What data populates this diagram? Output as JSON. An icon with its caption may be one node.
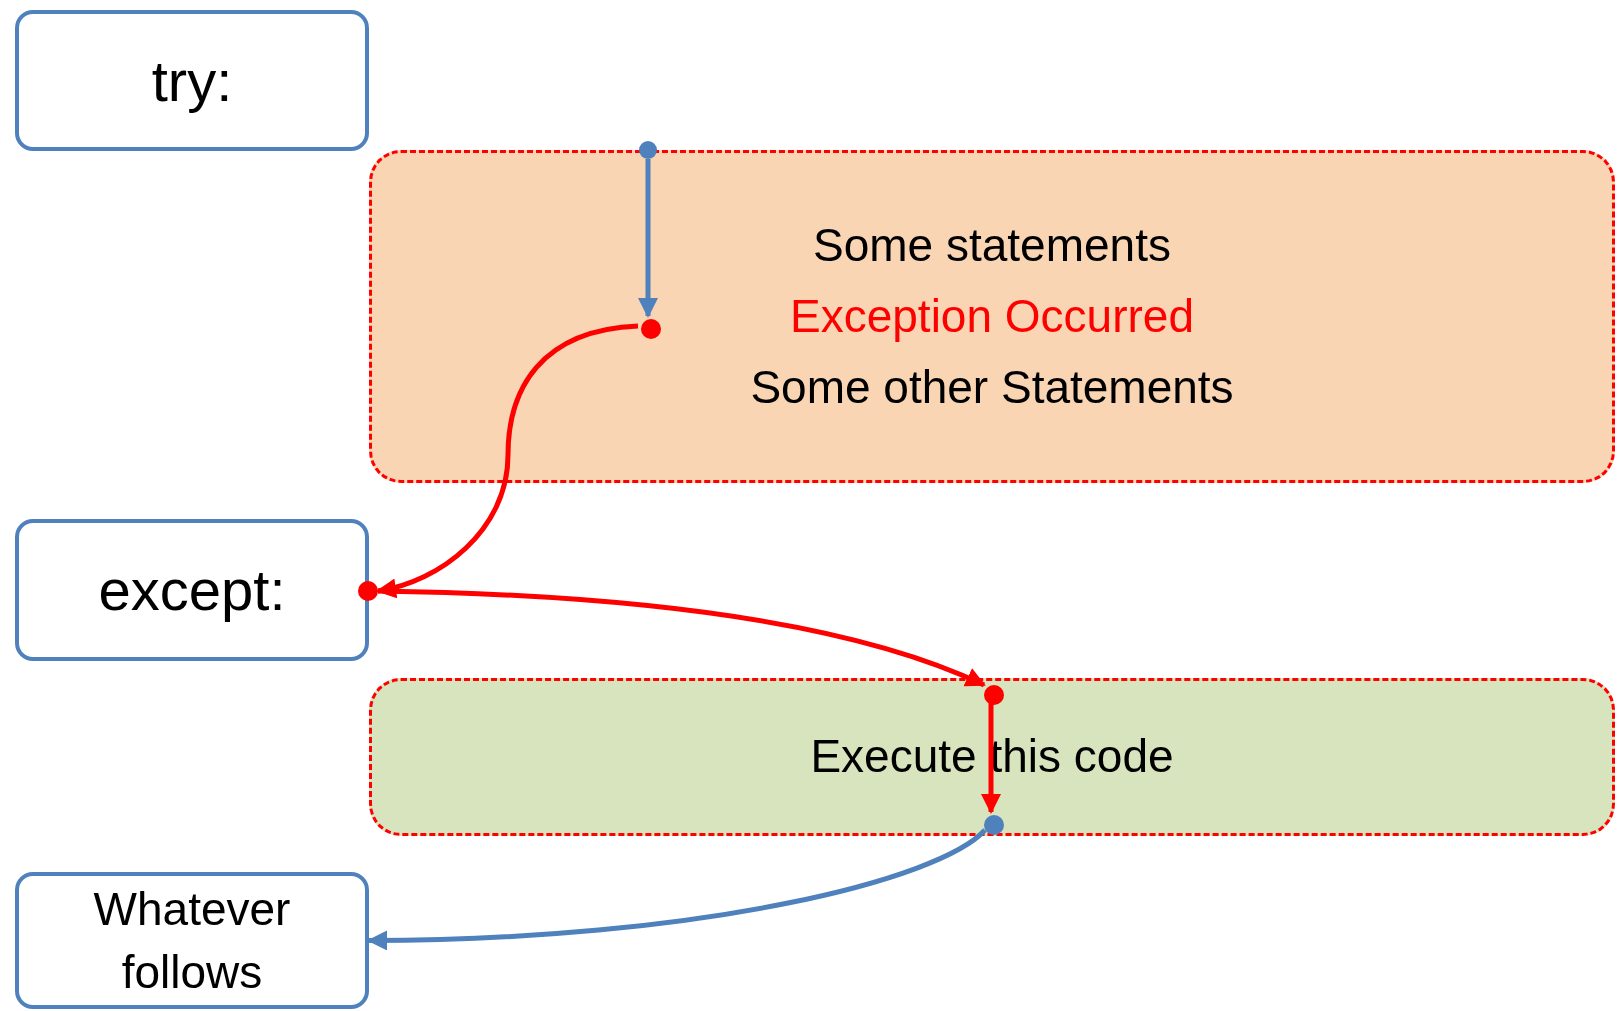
{
  "diagram": {
    "nodes": [
      {
        "text": [
          "try:"
        ]
      },
      {
        "text": [
          "Some statements",
          "Exception Occurred",
          "Some other Statements"
        ]
      },
      {
        "text": [],
        "shape": "circle"
      },
      {
        "text": [],
        "shape": "circle",
        "in": 1
      },
      {
        "text": [
          "except:"
        ]
      },
      {
        "text": [],
        "shape": "circle"
      },
      {
        "text": [
          "Execute this code"
        ]
      },
      {
        "text": [],
        "shape": "circle",
        "in": 6
      },
      {
        "text": [],
        "shape": "circle",
        "in": 6
      },
      {
        "text": [
          "Whatever follows"
        ]
      }
    ],
    "edges": [
      {
        "from": 2,
        "to": 3,
        "arrow": "to",
        "color": "#4f81bd"
      },
      {
        "from": 3,
        "to": 5,
        "arrow": "to"
      },
      {
        "from": 5,
        "to": 7,
        "arrow": "to"
      },
      {
        "from": 7,
        "to": 8,
        "arrow": "to"
      },
      {
        "from": 8,
        "to": 9,
        "arrow": "to",
        "color": "#4f81bd"
      }
    ]
  }
}
